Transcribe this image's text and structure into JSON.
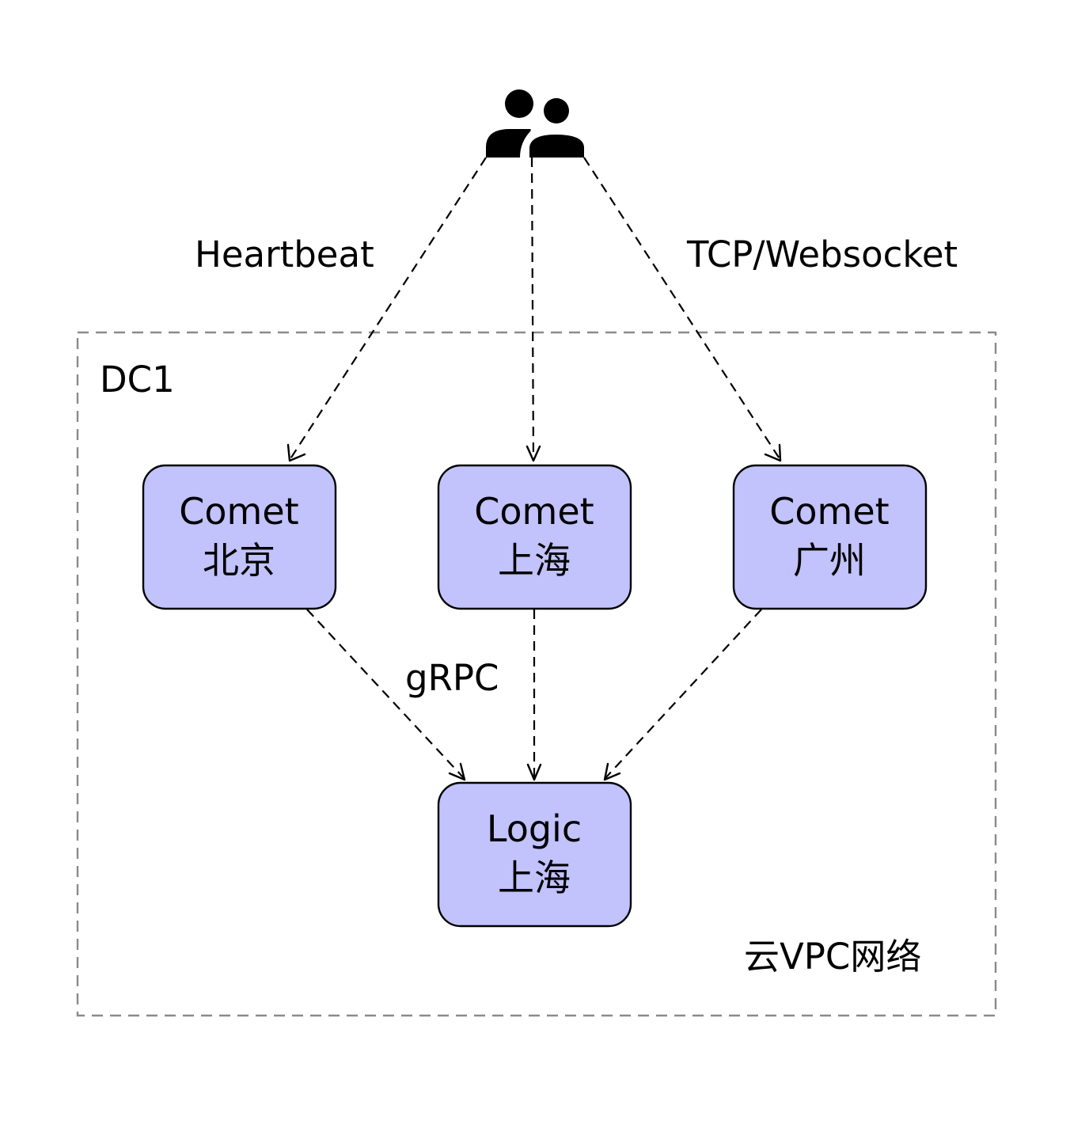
{
  "diagram": {
    "labels": {
      "heartbeat": "Heartbeat",
      "transport": "TCP/Websocket",
      "rpc": "gRPC"
    },
    "region": {
      "dc_label": "DC1",
      "network_label": "云VPC网络"
    },
    "nodes": {
      "comet_beijing": {
        "line1": "Comet",
        "line2": "北京"
      },
      "comet_shanghai": {
        "line1": "Comet",
        "line2": "上海"
      },
      "comet_guangzhou": {
        "line1": "Comet",
        "line2": "广州"
      },
      "logic_shanghai": {
        "line1": "Logic",
        "line2": "上海"
      }
    },
    "icons": {
      "users": "users-icon"
    },
    "colors": {
      "node_fill": "#c2c2fd",
      "node_stroke": "#000000",
      "region_stroke": "#8a8a8a",
      "edge_stroke": "#000000"
    }
  }
}
